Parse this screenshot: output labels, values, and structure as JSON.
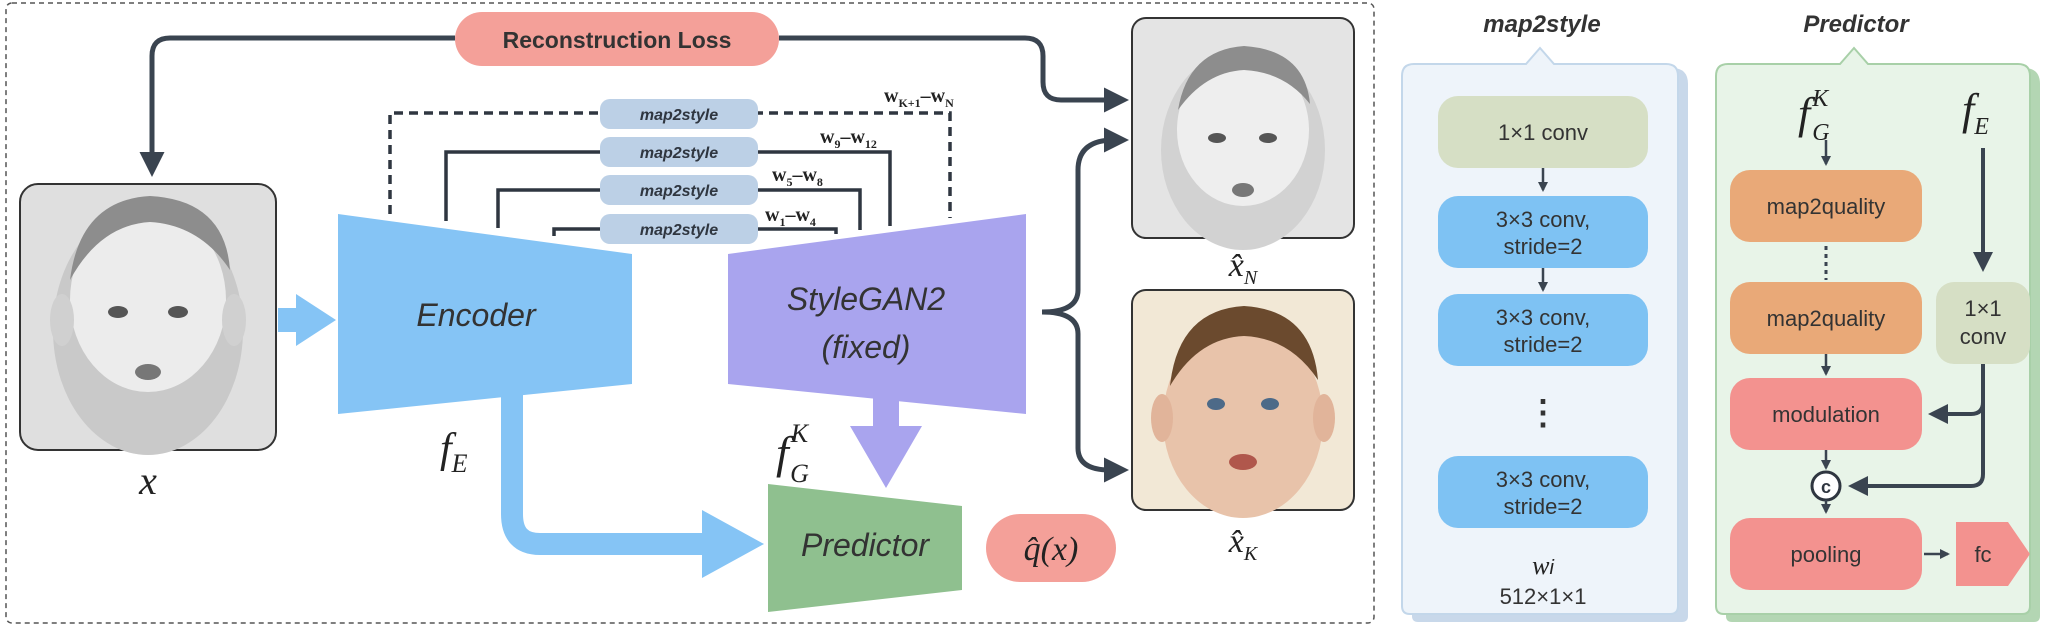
{
  "loss": {
    "label": "Reconstruction Loss"
  },
  "encoder": {
    "label": "Encoder",
    "feature": "f",
    "feature_sub": "E"
  },
  "generator": {
    "line1": "StyleGAN2",
    "line2": "(fixed)",
    "feature": "f",
    "feature_sub": "G",
    "feature_sup": "K"
  },
  "predictor": {
    "label": "Predictor",
    "output": "q̂(x)"
  },
  "input_image": {
    "label": "x"
  },
  "output_images": {
    "top": {
      "base": "x̂",
      "sub": "N"
    },
    "bottom": {
      "base": "x̂",
      "sub": "K"
    }
  },
  "map2style_bars": [
    {
      "label": "map2style",
      "w_from": "w",
      "w_from_sub": "K+1",
      "w_to": "w",
      "w_to_sub": "N",
      "dashed": true
    },
    {
      "label": "map2style",
      "w_from": "w",
      "w_from_sub": "9",
      "w_to": "w",
      "w_to_sub": "12",
      "dashed": false
    },
    {
      "label": "map2style",
      "w_from": "w",
      "w_from_sub": "5",
      "w_to": "w",
      "w_to_sub": "8",
      "dashed": false
    },
    {
      "label": "map2style",
      "w_from": "w",
      "w_from_sub": "1",
      "w_to": "w",
      "w_to_sub": "4",
      "dashed": false
    }
  ],
  "map2style_panel": {
    "title": "map2style",
    "blocks": [
      "1×1 conv",
      "3×3 conv,",
      "stride=2",
      "3×3 conv,",
      "stride=2",
      "3×3 conv,",
      "stride=2"
    ],
    "ellipsis": "⋮",
    "output_symbol": "w",
    "output_sub": "i",
    "output_shape": "512×1×1"
  },
  "predictor_panel": {
    "title": "Predictor",
    "input_left": "f",
    "input_left_sub": "G",
    "input_left_sup": "K",
    "input_right": "f",
    "input_right_sub": "E",
    "blocks": [
      "map2quality",
      "map2quality",
      "modulation",
      "pooling"
    ],
    "conv_line1": "1×1",
    "conv_line2": "conv",
    "concat_symbol": "c",
    "fc": "fc"
  },
  "colors": {
    "encoder": "#85c4f5",
    "stylegan": "#a9a4ee",
    "predictor": "#8fc08f",
    "loss": "#f4a099",
    "map2style_chip": "#bcd0e6",
    "conv1x1": "#d6dfc5",
    "conv3x3": "#7ec2f3",
    "map2quality": "#e9a978",
    "modulation": "#f3928f",
    "panel_blue": "#eef4fa",
    "panel_green": "#e8f4e8"
  }
}
